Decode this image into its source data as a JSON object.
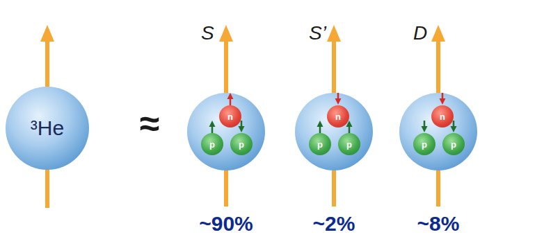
{
  "diagram": {
    "nodes": [
      {
        "text": [
          "³He"
        ]
      },
      {
        "text": [
          "S"
        ]
      },
      {
        "text": [
          "n"
        ],
        "in": 1
      },
      {
        "text": [
          "p"
        ],
        "in": 1
      },
      {
        "text": [
          "p"
        ],
        "in": 1
      },
      {
        "text": [
          "S’"
        ]
      },
      {
        "text": [
          "n"
        ],
        "in": 5
      },
      {
        "text": [
          "p"
        ],
        "in": 5
      },
      {
        "text": [
          "p"
        ],
        "in": 5
      },
      {
        "text": [
          "D"
        ]
      },
      {
        "text": [
          "n"
        ],
        "in": 9
      },
      {
        "text": [
          "p"
        ],
        "in": 9
      },
      {
        "text": [
          "p"
        ],
        "in": 9
      }
    ],
    "labels": [
      "≈",
      "~90%",
      "~2%",
      "~8%"
    ]
  }
}
